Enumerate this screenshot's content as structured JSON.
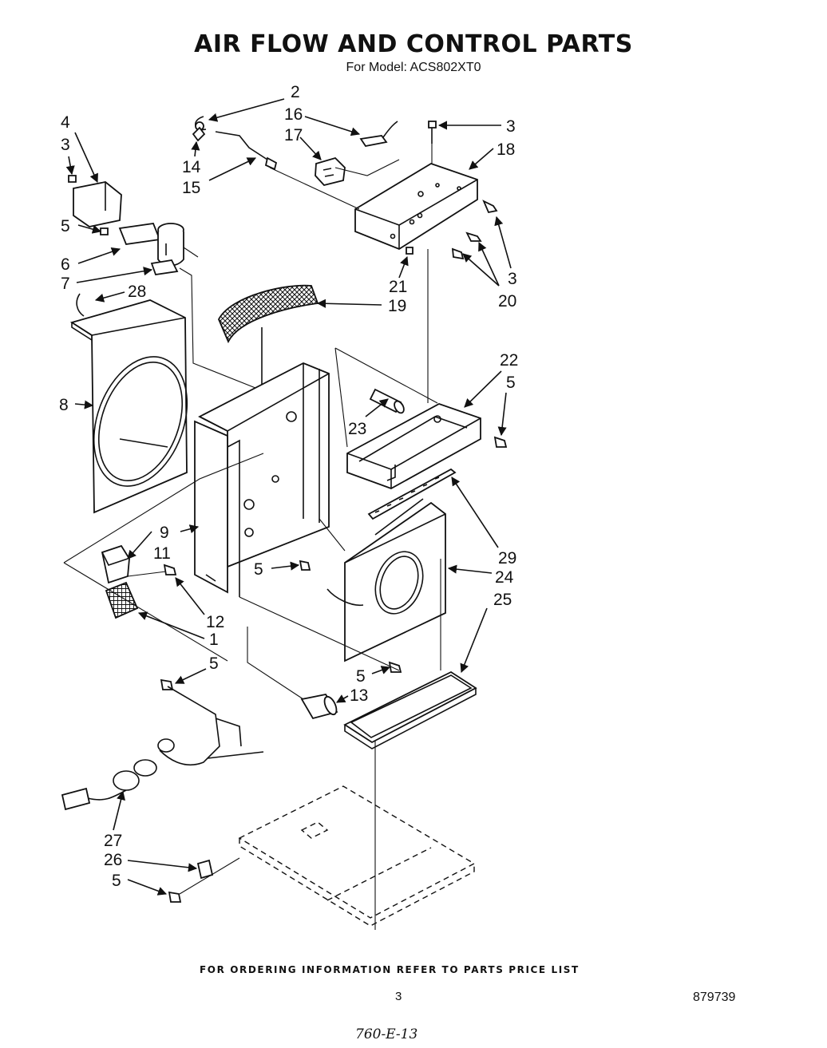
{
  "header": {
    "title": "AIR FLOW AND CONTROL PARTS",
    "model_line": "For Model: ACS802XT0"
  },
  "callouts": [
    "2",
    "16",
    "17",
    "3",
    "18",
    "4",
    "3",
    "14",
    "15",
    "5",
    "6",
    "7",
    "21",
    "3",
    "20",
    "28",
    "19",
    "8",
    "22",
    "5",
    "23",
    "29",
    "9",
    "11",
    "5",
    "24",
    "12",
    "25",
    "1",
    "5",
    "5",
    "13",
    "27",
    "26",
    "5"
  ],
  "footer": {
    "ordering_info": "FOR ORDERING INFORMATION REFER TO PARTS PRICE LIST",
    "page_number": "3",
    "doc_code": "879739",
    "handwritten_note": "760-E-13"
  }
}
